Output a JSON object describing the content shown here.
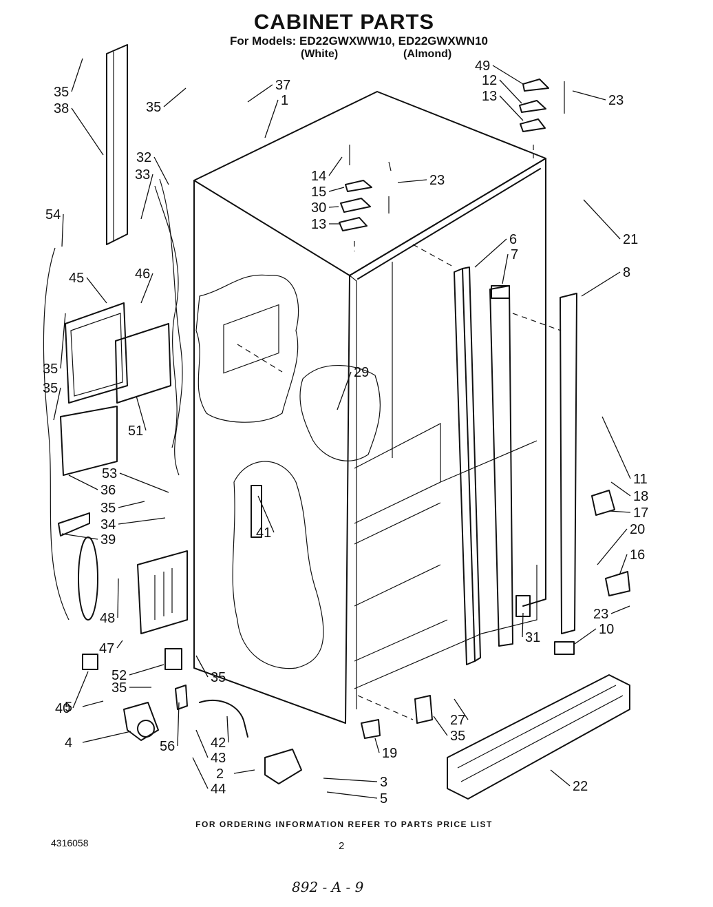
{
  "title": "CABINET PARTS",
  "models_line": "For Models: ED22GWXWW10, ED22GWXWN10",
  "finish_white": "(White)",
  "finish_almond": "(Almond)",
  "footer_note": "FOR ORDERING INFORMATION REFER TO PARTS PRICE LIST",
  "document_number": "4316058",
  "page_number": "2",
  "handwritten_code": "892 - A - 9",
  "callouts": [
    "35",
    "38",
    "35",
    "37",
    "1",
    "32",
    "33",
    "54",
    "45",
    "46",
    "35",
    "51",
    "35",
    "53",
    "36",
    "35",
    "34",
    "39",
    "41",
    "29",
    "14",
    "15",
    "30",
    "13",
    "23",
    "49",
    "12",
    "13",
    "23",
    "21",
    "6",
    "7",
    "8",
    "11",
    "18",
    "17",
    "20",
    "16",
    "23",
    "10",
    "31",
    "48",
    "47",
    "40",
    "52",
    "35",
    "35",
    "5",
    "4",
    "56",
    "42",
    "43",
    "44",
    "2",
    "3",
    "5",
    "19",
    "27",
    "35",
    "22"
  ]
}
